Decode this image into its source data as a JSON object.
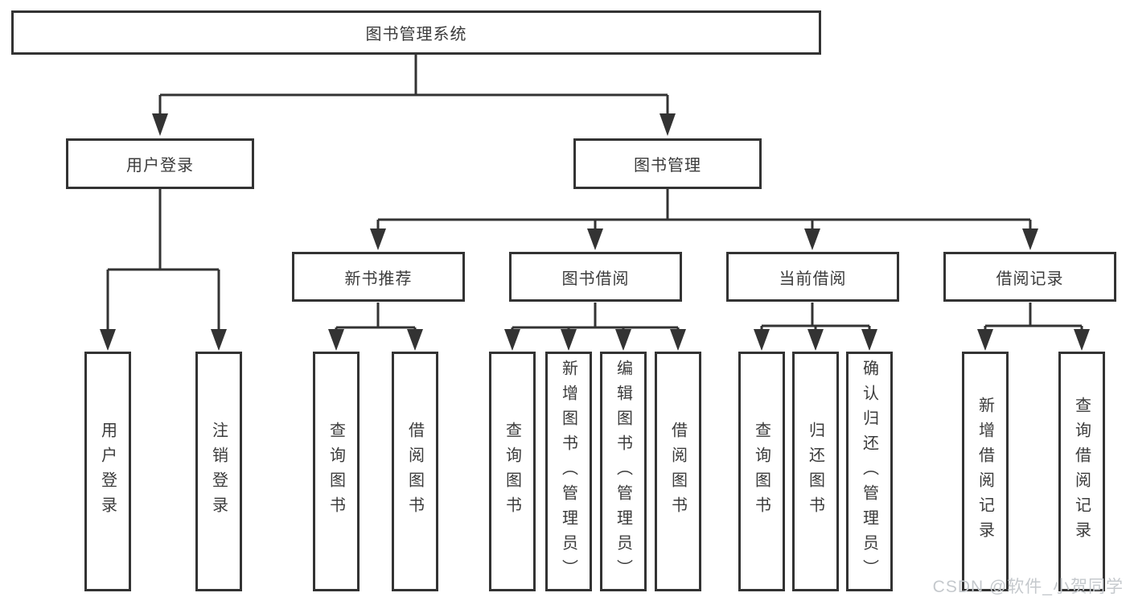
{
  "colors": {
    "line": "#333333",
    "text": "#3b3b3b",
    "background": "#ffffff",
    "watermark": "#c5c9cd"
  },
  "watermark": {
    "text": "CSDN @软件_小贺同学"
  },
  "diagram": {
    "root": {
      "label": "图书管理系统"
    },
    "branches": [
      {
        "label": "用户登录",
        "children": [
          {
            "label": "用户登录"
          },
          {
            "label": "注销登录"
          }
        ]
      },
      {
        "label": "图书管理",
        "children": [
          {
            "label": "新书推荐",
            "children": [
              {
                "label": "查询图书"
              },
              {
                "label": "借阅图书"
              }
            ]
          },
          {
            "label": "图书借阅",
            "children": [
              {
                "label": "查询图书"
              },
              {
                "label": "新增图书（管理员）"
              },
              {
                "label": "编辑图书（管理员）"
              },
              {
                "label": "借阅图书"
              }
            ]
          },
          {
            "label": "当前借阅",
            "children": [
              {
                "label": "查询图书"
              },
              {
                "label": "归还图书"
              },
              {
                "label": "确认归还（管理员）"
              }
            ]
          },
          {
            "label": "借阅记录",
            "children": [
              {
                "label": "新增借阅记录"
              },
              {
                "label": "查询借阅记录"
              }
            ]
          }
        ]
      }
    ]
  }
}
